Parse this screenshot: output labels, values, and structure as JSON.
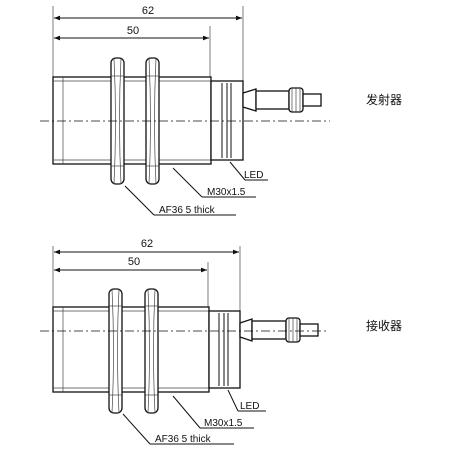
{
  "sensors": [
    {
      "label": "发射器",
      "dim_total": "62",
      "dim_thread": "50",
      "callout_led": "LED",
      "callout_thread": "M30x1.5",
      "callout_nut": "AF36  5 thick"
    },
    {
      "label": "接收器",
      "dim_total": "62",
      "dim_thread": "50",
      "callout_led": "LED",
      "callout_thread": "M30x1.5",
      "callout_nut": "AF36  5 thick"
    }
  ]
}
